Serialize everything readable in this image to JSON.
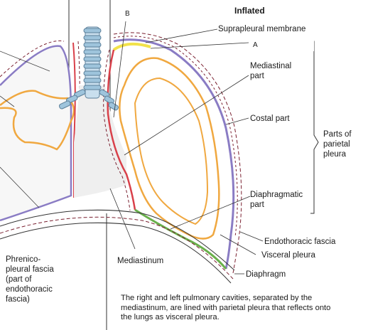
{
  "diagram": {
    "title": "Inflated",
    "marker_a": "A",
    "marker_b": "B",
    "labels": {
      "suprapleural_membrane": "Suprapleural membrane",
      "mediastinal_part_1": "Mediastinal",
      "mediastinal_part_2": "part",
      "costal_part": "Costal part",
      "parts_parietal_1": "Parts of",
      "parts_parietal_2": "parietal",
      "parts_parietal_3": "pleura",
      "diaphragmatic_part_1": "Diaphragmatic",
      "diaphragmatic_part_2": "part",
      "endothoracic_fascia": "Endothoracic fascia",
      "visceral_pleura": "Visceral pleura",
      "diaphragm": "Diaphragm",
      "mediastinum": "Mediastinum",
      "phrenico_1": "Phrenico-",
      "phrenico_2": "pleural fascia",
      "phrenico_3": "(part of",
      "phrenico_4": "endothoracic",
      "phrenico_5": "fascia)"
    },
    "caption": "The right and left pulmonary cavities, separated by the\nmediastinum, are lined with parietal pleura that reflects onto\nthe lungs as visceral pleura.",
    "colors": {
      "parietal_costal": "#8a7cc4",
      "visceral": "#f0a840",
      "mediastinal": "#d9404a",
      "diaphragmatic": "#6ab04c",
      "suprapleural": "#f2e24a",
      "fascia": "#7a2030",
      "trachea": "#9ec4dc"
    }
  }
}
